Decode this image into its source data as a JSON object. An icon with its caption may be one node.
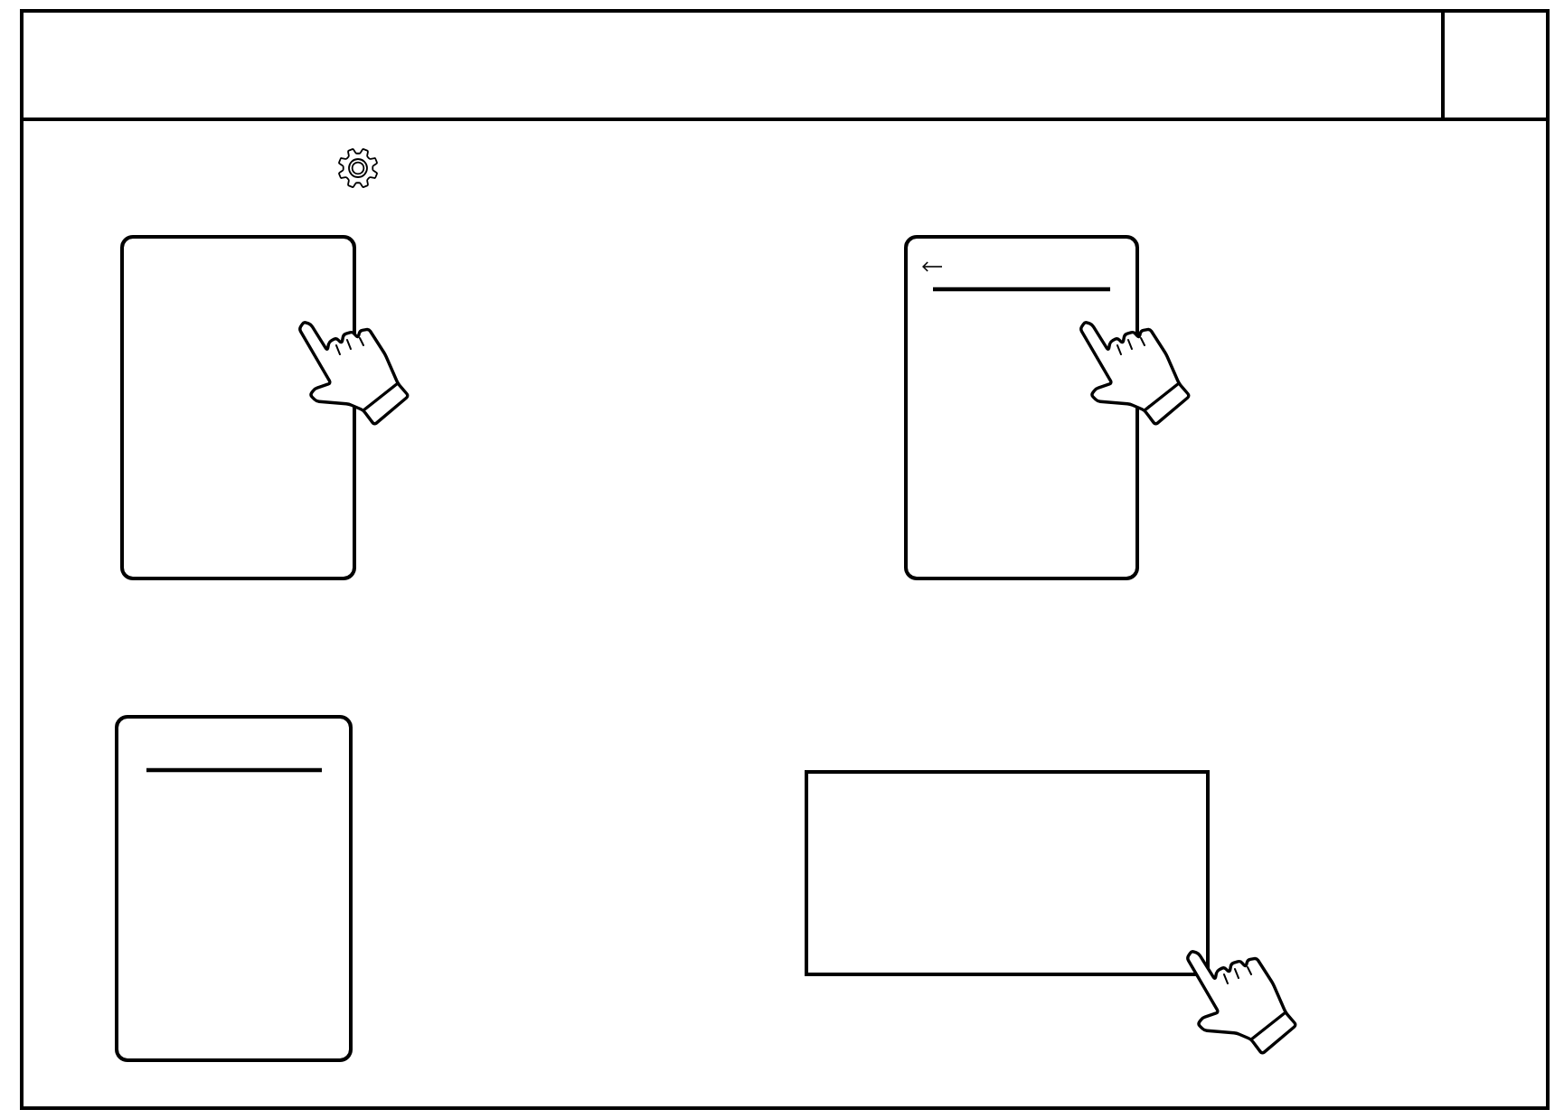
{
  "diagram": {
    "nodes": [
      {
        "text": [],
        "shape": "box"
      },
      {
        "text": [],
        "shape": "bar",
        "in": 0
      },
      {
        "text": [],
        "shape": "box",
        "in": 1
      },
      {
        "text": [],
        "shape": "screen",
        "in": 0
      },
      {
        "text": [],
        "shape": "screen",
        "in": 0
      },
      {
        "text": [],
        "shape": "screen",
        "in": 0
      },
      {
        "text": [],
        "shape": "box",
        "in": 0
      }
    ]
  }
}
